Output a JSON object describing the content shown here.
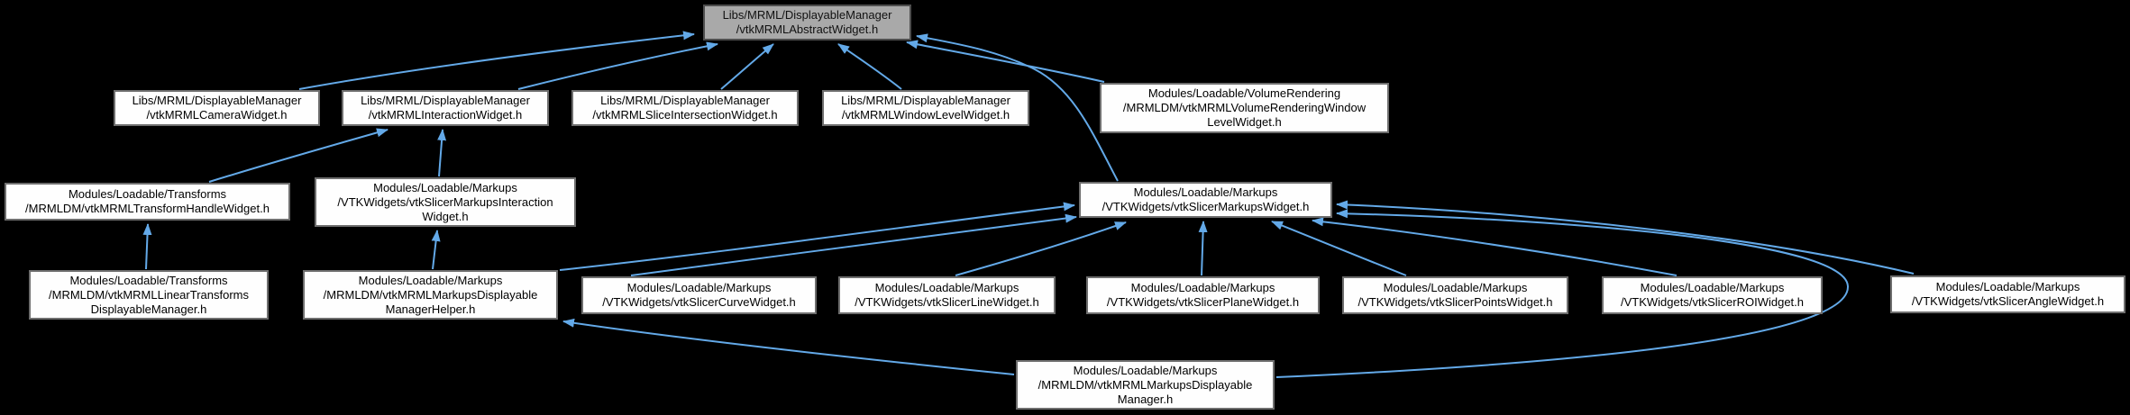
{
  "diagram": {
    "type": "include-dependency-graph",
    "colors": {
      "background": "#000000",
      "edge": "#63a9e8",
      "node_background": "#fefefe",
      "node_border": "#6e6e6e",
      "selected_node_background": "#a9a9a9",
      "selected_node_border": "#4e4e4e",
      "text": "#000000"
    },
    "nodes": {
      "abstract_widget": {
        "label": "Libs/MRML/DisplayableManager\n/vtkMRMLAbstractWidget.h"
      },
      "camera_widget": {
        "label": "Libs/MRML/DisplayableManager\n/vtkMRMLCameraWidget.h"
      },
      "interaction_widget": {
        "label": "Libs/MRML/DisplayableManager\n/vtkMRMLInteractionWidget.h"
      },
      "slice_intersection": {
        "label": "Libs/MRML/DisplayableManager\n/vtkMRMLSliceIntersectionWidget.h"
      },
      "window_level": {
        "label": "Libs/MRML/DisplayableManager\n/vtkMRMLWindowLevelWidget.h"
      },
      "volume_rendering": {
        "label": "Modules/Loadable/VolumeRendering\n/MRMLDM/vtkMRMLVolumeRenderingWindow\nLevelWidget.h"
      },
      "transform_handle": {
        "label": "Modules/Loadable/Transforms\n/MRMLDM/vtkMRMLTransformHandleWidget.h"
      },
      "markups_interaction": {
        "label": "Modules/Loadable/Markups\n/VTKWidgets/vtkSlicerMarkupsInteraction\nWidget.h"
      },
      "markups_widget": {
        "label": "Modules/Loadable/Markups\n/VTKWidgets/vtkSlicerMarkupsWidget.h"
      },
      "linear_transforms": {
        "label": "Modules/Loadable/Transforms\n/MRMLDM/vtkMRMLLinearTransforms\nDisplayableManager.h"
      },
      "markups_dm_helper": {
        "label": "Modules/Loadable/Markups\n/MRMLDM/vtkMRMLMarkupsDisplayable\nManagerHelper.h"
      },
      "curve_widget": {
        "label": "Modules/Loadable/Markups\n/VTKWidgets/vtkSlicerCurveWidget.h"
      },
      "line_widget": {
        "label": "Modules/Loadable/Markups\n/VTKWidgets/vtkSlicerLineWidget.h"
      },
      "plane_widget": {
        "label": "Modules/Loadable/Markups\n/VTKWidgets/vtkSlicerPlaneWidget.h"
      },
      "points_widget": {
        "label": "Modules/Loadable/Markups\n/VTKWidgets/vtkSlicerPointsWidget.h"
      },
      "roi_widget": {
        "label": "Modules/Loadable/Markups\n/VTKWidgets/vtkSlicerROIWidget.h"
      },
      "angle_widget": {
        "label": "Modules/Loadable/Markups\n/VTKWidgets/vtkSlicerAngleWidget.h"
      },
      "markups_dm": {
        "label": "Modules/Loadable/Markups\n/MRMLDM/vtkMRMLMarkupsDisplayable\nManager.h"
      }
    },
    "edges": [
      {
        "from": "camera_widget",
        "to": "abstract_widget"
      },
      {
        "from": "interaction_widget",
        "to": "abstract_widget"
      },
      {
        "from": "slice_intersection",
        "to": "abstract_widget"
      },
      {
        "from": "window_level",
        "to": "abstract_widget"
      },
      {
        "from": "volume_rendering",
        "to": "abstract_widget"
      },
      {
        "from": "markups_widget",
        "to": "abstract_widget"
      },
      {
        "from": "transform_handle",
        "to": "interaction_widget"
      },
      {
        "from": "markups_interaction",
        "to": "interaction_widget"
      },
      {
        "from": "linear_transforms",
        "to": "transform_handle"
      },
      {
        "from": "markups_dm_helper",
        "to": "markups_interaction"
      },
      {
        "from": "markups_dm_helper",
        "to": "markups_widget"
      },
      {
        "from": "curve_widget",
        "to": "markups_widget"
      },
      {
        "from": "line_widget",
        "to": "markups_widget"
      },
      {
        "from": "plane_widget",
        "to": "markups_widget"
      },
      {
        "from": "points_widget",
        "to": "markups_widget"
      },
      {
        "from": "roi_widget",
        "to": "markups_widget"
      },
      {
        "from": "angle_widget",
        "to": "markups_widget"
      },
      {
        "from": "markups_dm",
        "to": "markups_widget"
      },
      {
        "from": "markups_dm",
        "to": "markups_dm_helper"
      }
    ]
  }
}
